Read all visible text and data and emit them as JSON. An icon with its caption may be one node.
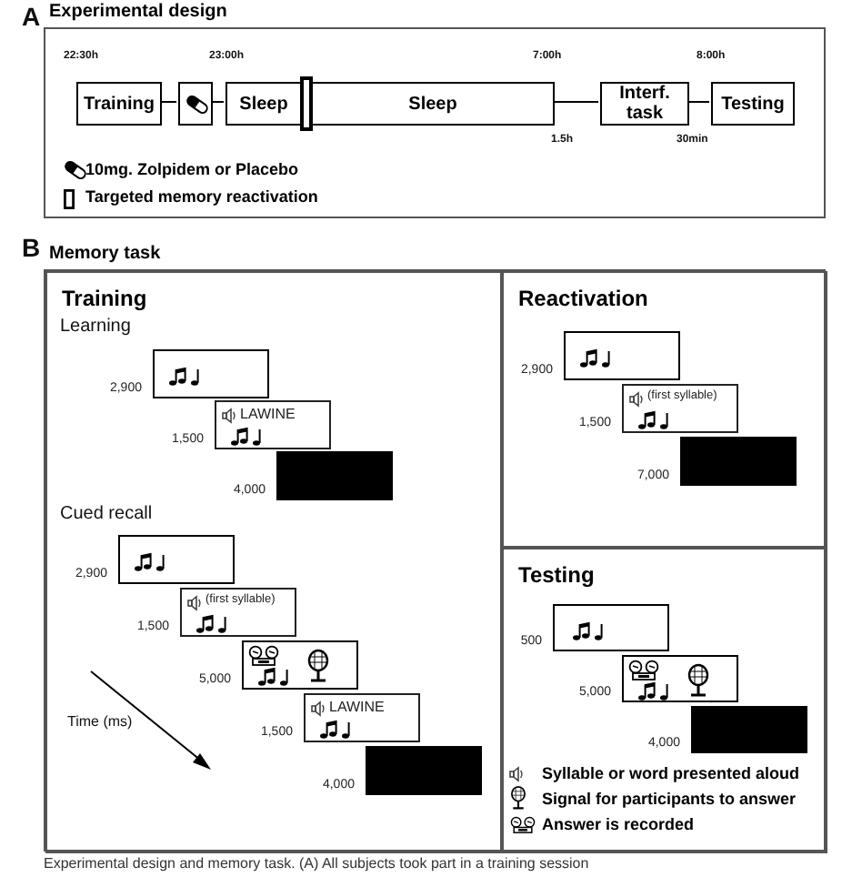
{
  "diagram": {
    "caption": "Experimental design and memory task. (A) All subjects took part in a training session",
    "nodes": [
      {
        "text": [
          "Experimental design"
        ]
      },
      {
        "text": [
          "Training"
        ],
        "in": 0
      },
      {
        "text": [],
        "shape": "box",
        "in": 0
      },
      {
        "text": [
          "Sleep"
        ],
        "in": 0
      },
      {
        "text": [],
        "shape": "bar",
        "in": 0
      },
      {
        "text": [
          "Sleep"
        ],
        "in": 0
      },
      {
        "text": [
          "Interf. task"
        ],
        "in": 0
      },
      {
        "text": [
          "Testing"
        ],
        "in": 0
      },
      {
        "text": [
          "Memory task"
        ]
      },
      {
        "text": [
          "Training"
        ],
        "in": 8
      },
      {
        "text": [
          "Reactivation"
        ],
        "in": 8
      },
      {
        "text": [
          "Testing"
        ],
        "in": 8
      },
      {
        "text": [],
        "shape": "box",
        "in": 9,
        "beside": [
          "2,900"
        ]
      },
      {
        "text": [
          "LAWINE"
        ],
        "in": 9,
        "beside": [
          "1,500"
        ]
      },
      {
        "text": [],
        "shape": "box",
        "in": 9,
        "beside": [
          "4,000"
        ]
      },
      {
        "text": [],
        "shape": "box",
        "in": 9,
        "beside": [
          "2,900"
        ]
      },
      {
        "text": [
          "(first syllable)"
        ],
        "in": 9,
        "beside": [
          "1,500"
        ]
      },
      {
        "text": [],
        "shape": "box",
        "in": 9,
        "beside": [
          "5,000"
        ]
      },
      {
        "text": [
          "LAWINE"
        ],
        "in": 9,
        "beside": [
          "1,500"
        ]
      },
      {
        "text": [],
        "shape": "box",
        "in": 9,
        "beside": [
          "4,000"
        ]
      },
      {
        "text": [],
        "shape": "box",
        "in": 10,
        "beside": [
          "2,900"
        ]
      },
      {
        "text": [
          "(first syllable)"
        ],
        "in": 10,
        "beside": [
          "1,500"
        ]
      },
      {
        "text": [],
        "shape": "box",
        "in": 10,
        "beside": [
          "7,000"
        ]
      },
      {
        "text": [],
        "shape": "box",
        "in": 11,
        "beside": [
          "500"
        ]
      },
      {
        "text": [],
        "shape": "box",
        "in": 11,
        "beside": [
          "5,000"
        ]
      },
      {
        "text": [],
        "shape": "box",
        "in": 11,
        "beside": [
          "4,000"
        ]
      }
    ],
    "edges": [
      {
        "from": 1,
        "to": 2,
        "arrow": "none"
      },
      {
        "from": 2,
        "to": 3,
        "arrow": "none"
      },
      {
        "from": 5,
        "to": 6,
        "arrow": "none"
      },
      {
        "from": 6,
        "to": 7,
        "arrow": "none"
      }
    ],
    "labels": [
      "A",
      "22:30h",
      "23:00h",
      "7:00h",
      "8:00h",
      "1.5h",
      "30min",
      "B",
      "Learning",
      "Cued recall",
      "Time (ms)"
    ],
    "legend": [
      {
        "text": "10mg. Zolpidem or Placebo"
      },
      {
        "text": "Targeted memory reactivation"
      },
      {
        "text": "Syllable or word presented aloud"
      },
      {
        "text": "Signal for participants to answer"
      },
      {
        "text": "Answer is recorded"
      }
    ]
  }
}
